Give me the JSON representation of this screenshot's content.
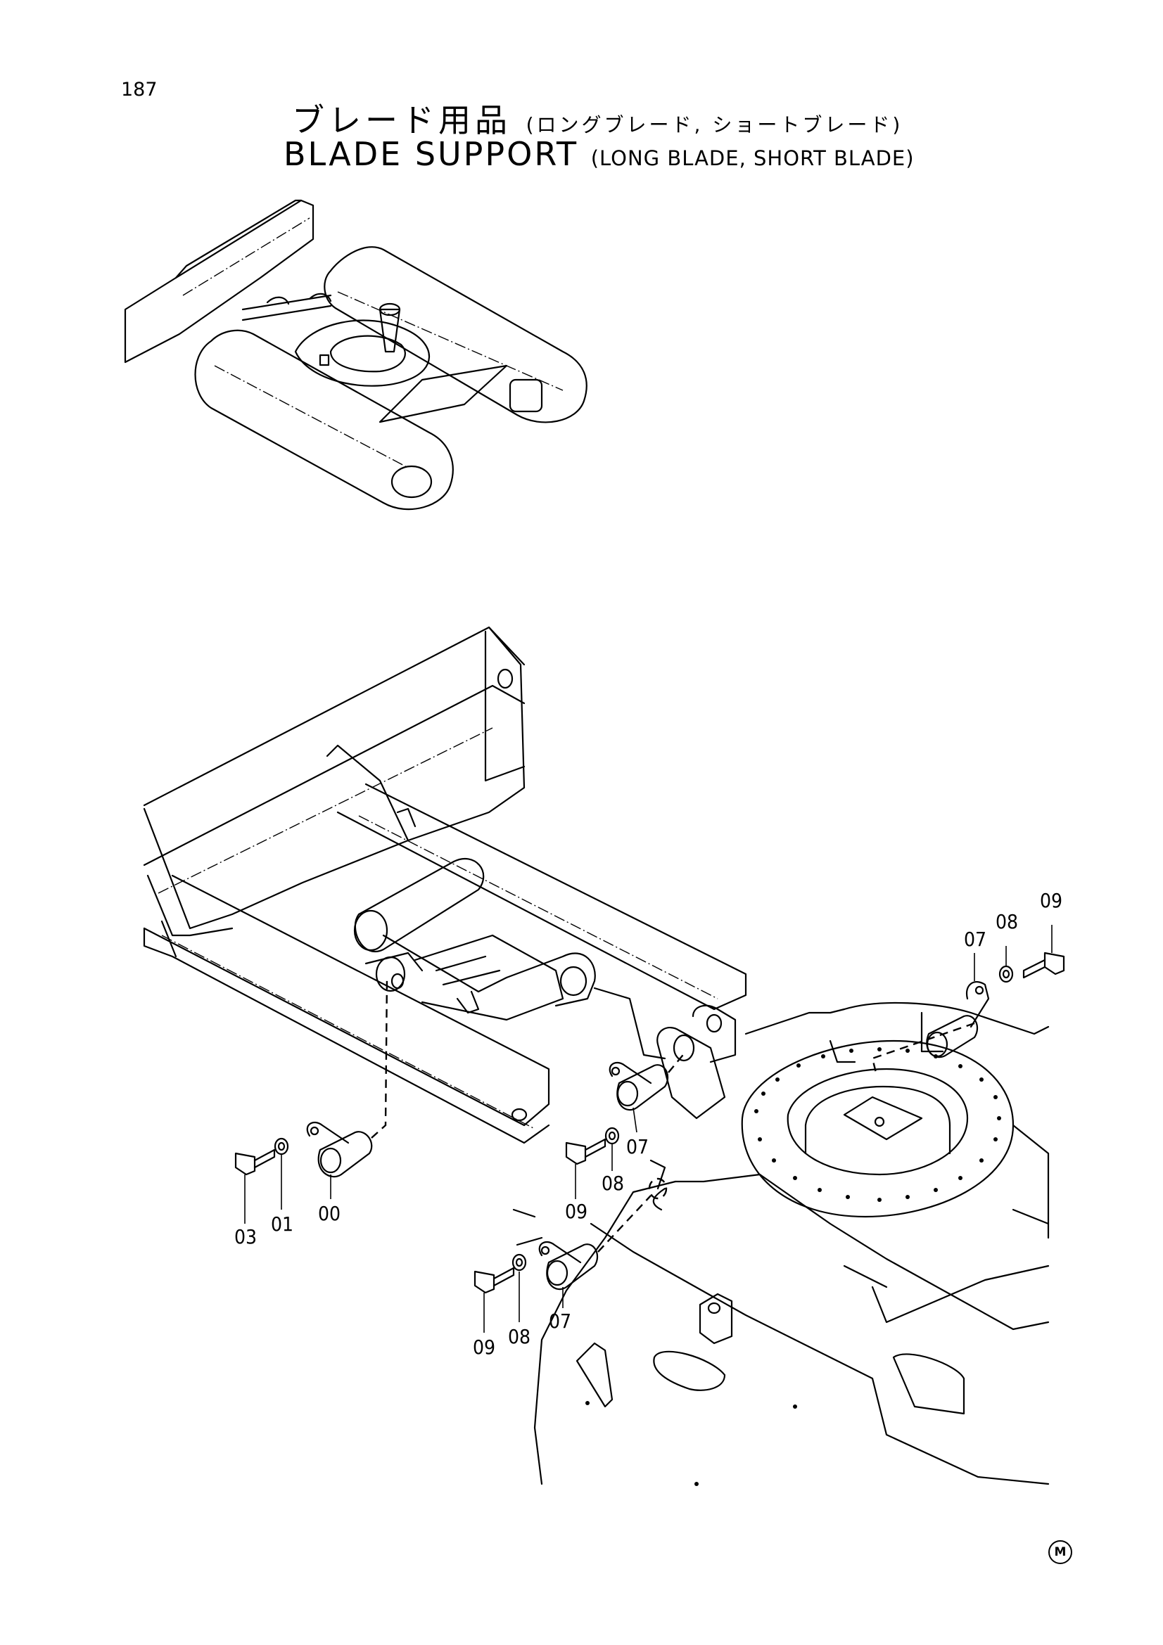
{
  "page": {
    "number": "187",
    "mark": "M"
  },
  "title": {
    "jp": "ブレード用品",
    "jp_sub": "(ロングブレード, ショートブレード)",
    "en": "BLADE SUPPORT",
    "en_sub": "(LONG BLADE, SHORT BLADE)"
  },
  "callouts": {
    "c00": "00",
    "c01": "01",
    "c03": "03",
    "c07a": "07",
    "c08a": "08",
    "c09a": "09",
    "c07b": "07",
    "c08b": "08",
    "c09b": "09",
    "c07c": "07",
    "c08c": "08",
    "c09c": "09"
  }
}
